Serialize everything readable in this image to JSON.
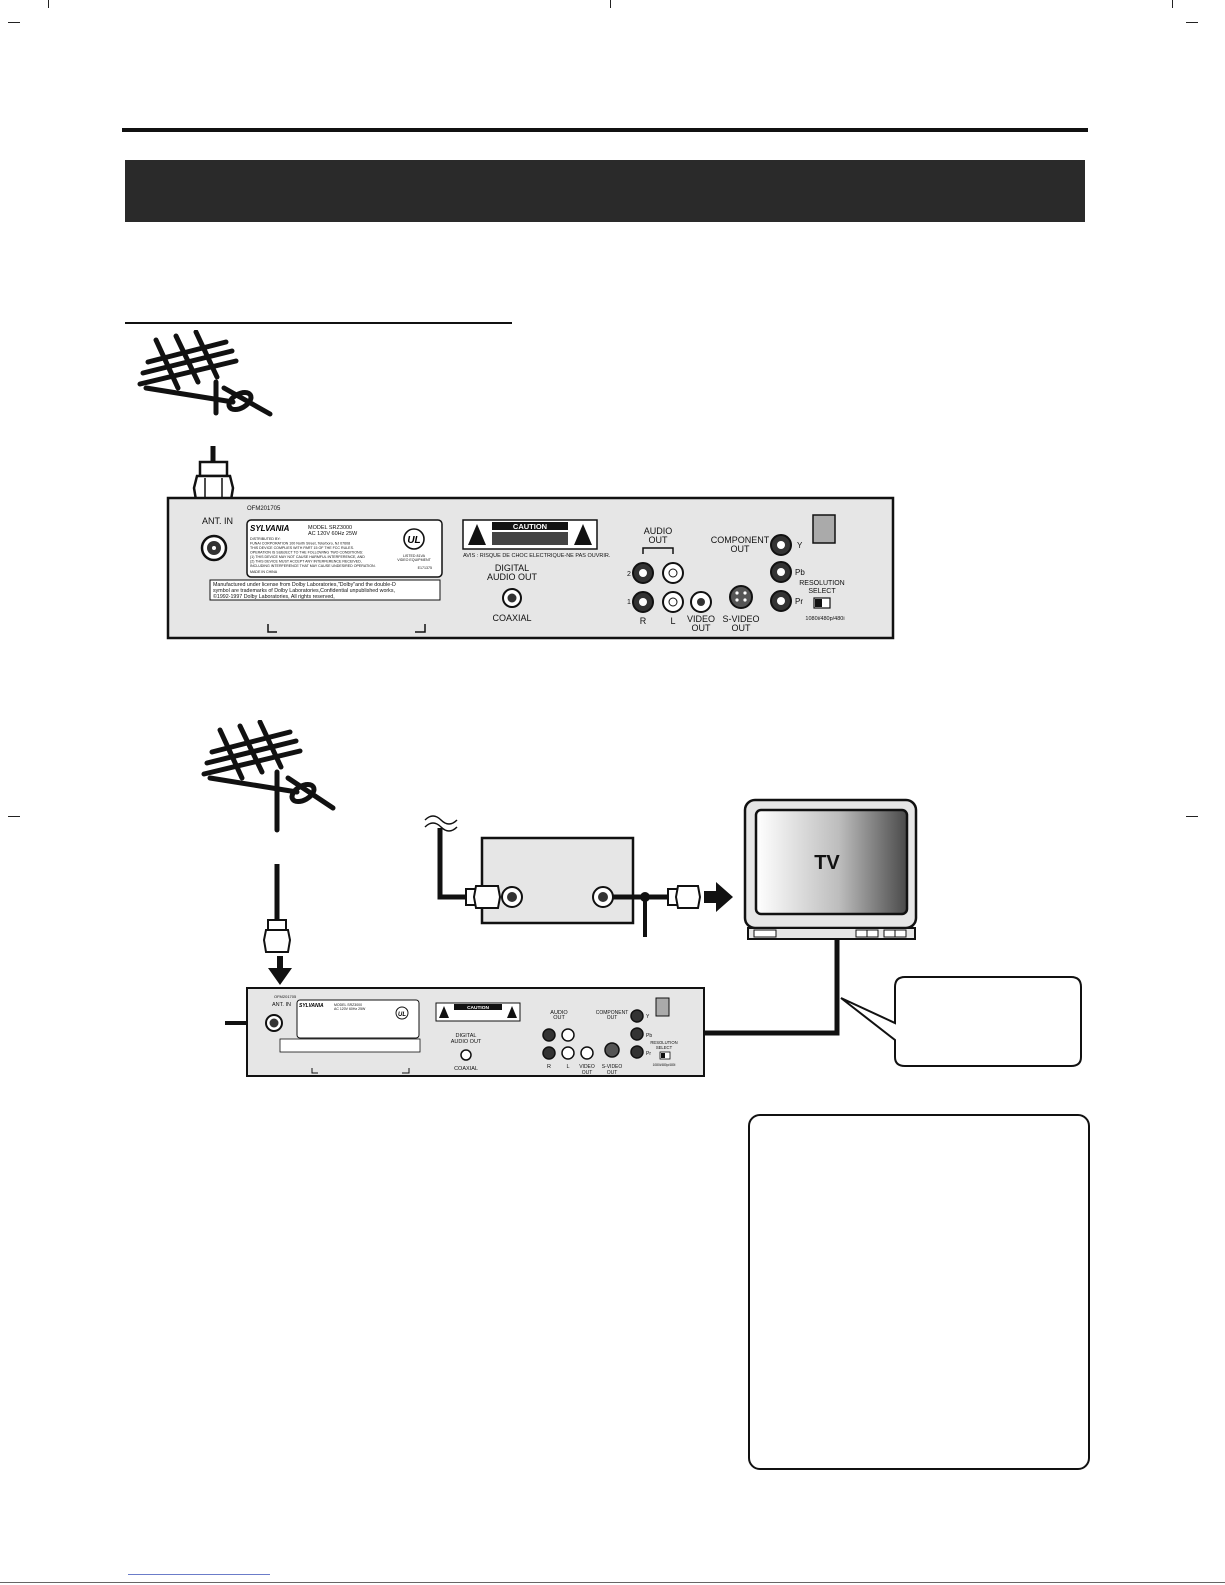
{
  "panel_top": {
    "serial": "OFM201705",
    "ant_in": "ANT. IN",
    "brand": "SYLVANIA",
    "model": "MODEL SRZ3000",
    "power": "AC 120V 60Hz 25W",
    "distributor_lines": [
      "DISTRIBUTED BY:",
      "FUNAI CORPORATION 100 North Street, Teterboro, NJ 07608",
      "THIS DEVICE COMPLIES WITH PART 15 OF THE FCC RULES.",
      "OPERATION IS SUBJECT TO THE FOLLOWING TWO CONDITIONS:",
      "(1) THIS DEVICE MAY NOT CAUSE HARMFUL INTERFERENCE, AND",
      "(2) THIS DEVICE MUST ACCEPT ANY INTERFERENCE RECEIVED,",
      "INCLUDING INTERFERENCE THAT MAY CAUSE UNDESIRED OPERATION.",
      "MADE IN CHINA"
    ],
    "ul_mark": "UL",
    "ul_caption": "LISTED 81VA",
    "ul_caption2": "VIDEO EQUIPMENT",
    "ul_code": "E171375",
    "caution": "CAUTION",
    "avis": "AVIS : RISQUE DE CHOC ELECTRIQUE-NE PAS OUVRIR.",
    "dolby_lines": [
      "Manufactured under license from Dolby Laboratories,\"Dolby\"and the double-D",
      "symbol are trademarks of Dolby Laboratories,Confidential unpublished works,",
      "©1992-1997 Dolby Laboratories,  All rights reserved,"
    ],
    "digital_audio_out_1": "DIGITAL",
    "digital_audio_out_2": "AUDIO OUT",
    "coaxial": "COAXIAL",
    "audio_out_1": "AUDIO",
    "audio_out_2": "OUT",
    "ch2": "2",
    "ch1": "1",
    "r": "R",
    "l": "L",
    "video_out_1": "VIDEO",
    "video_out_2": "OUT",
    "svideo_out_1": "S-VIDEO",
    "svideo_out_2": "OUT",
    "component_out_1": "COMPONENT",
    "component_out_2": "OUT",
    "y": "Y",
    "pb": "Pb",
    "pr": "Pr",
    "resolution_1": "RESOLUTION",
    "resolution_2": "SELECT",
    "resolution_modes": "1080i/480p/480i"
  },
  "tv_label": "TV",
  "colors": {
    "ink": "#111111",
    "panel_fill": "#e6e6e6",
    "title_bar": "#2a2a2a"
  }
}
